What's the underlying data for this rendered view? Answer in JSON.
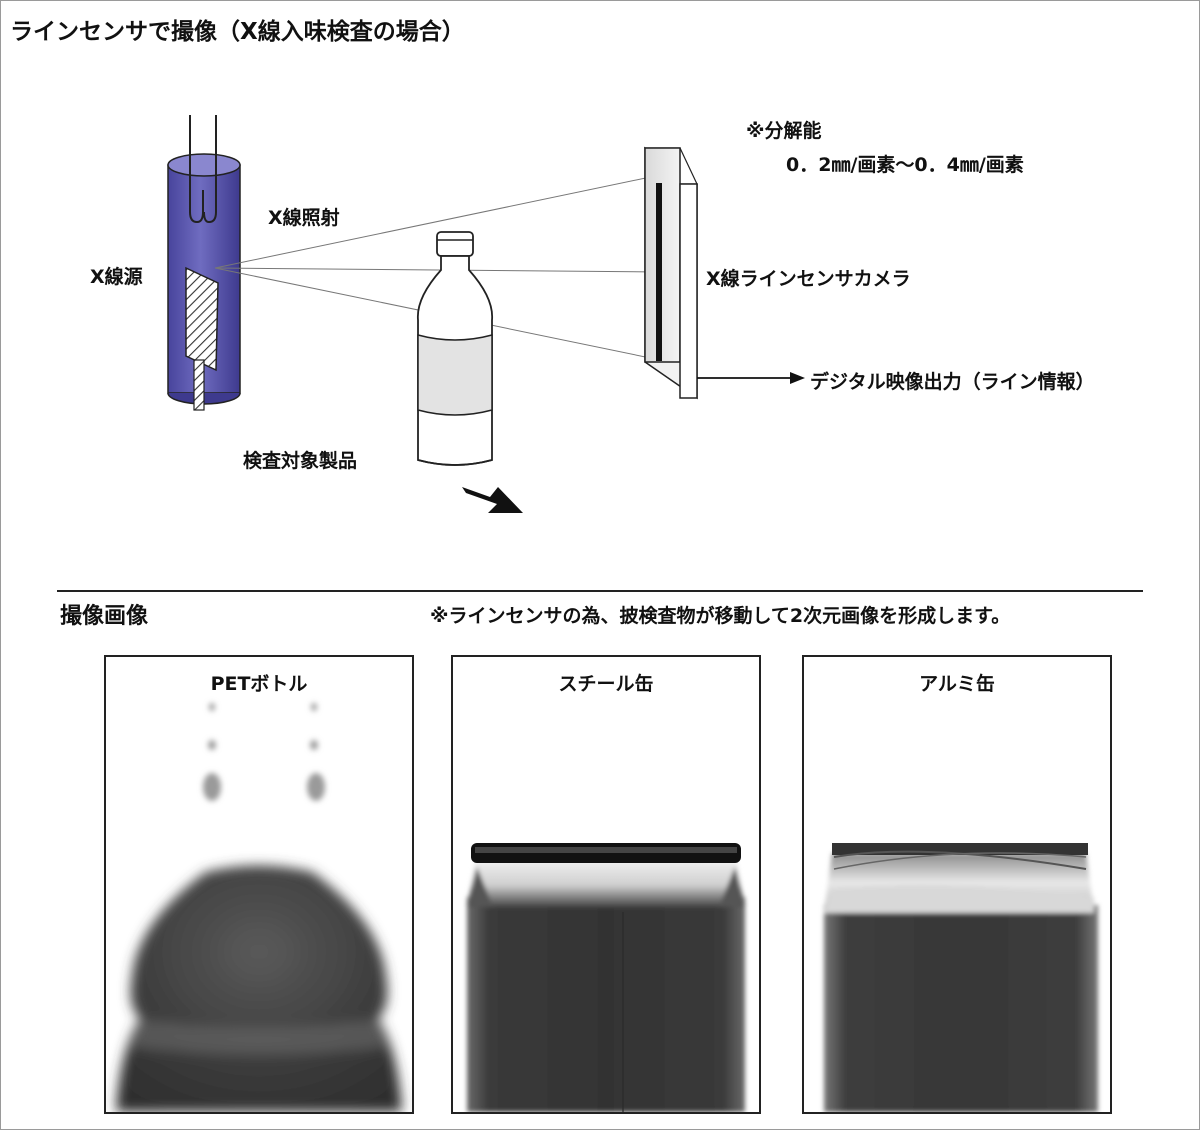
{
  "title": "ラインセンサで撮像（X線入味検査の場合）",
  "labels": {
    "xray_source": "X線源",
    "xray_irradiation": "X線照射",
    "resolution_note": "※分解能",
    "resolution_value": "0．2㎜/画素～0．4㎜/画素",
    "camera": "X線ラインセンサカメラ",
    "output": "デジタル映像出力（ライン情報）",
    "product": "検査対象製品"
  },
  "section": {
    "title": "撮像画像",
    "note": "※ラインセンサの為、披検査物が移動して2次元画像を形成します。"
  },
  "panels": [
    {
      "title": "PETボトル"
    },
    {
      "title": "スチール缶"
    },
    {
      "title": "アルミ缶"
    }
  ]
}
